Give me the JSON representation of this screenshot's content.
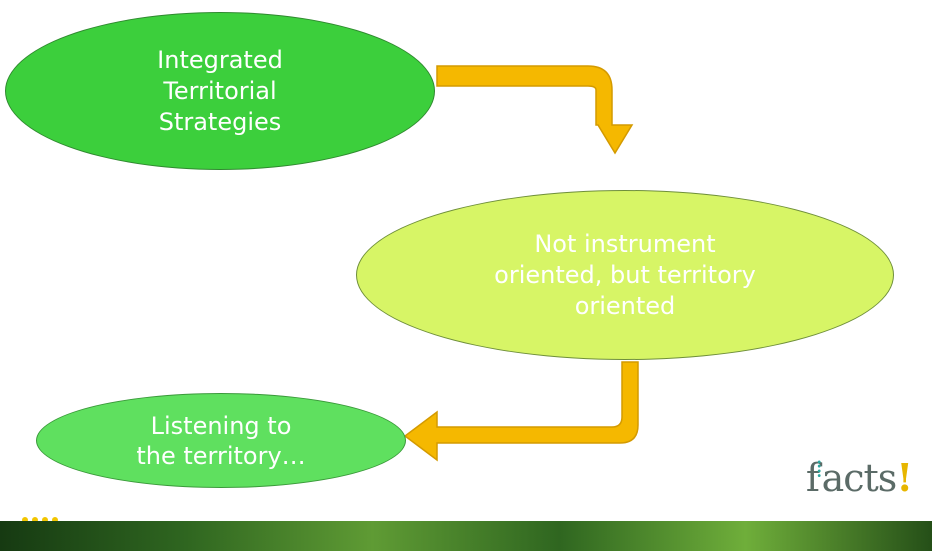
{
  "nodes": [
    {
      "id": "integrated-territorial-strategies",
      "label": "Integrated\nTerritorial\nStrategies"
    },
    {
      "id": "not-instrument-oriented",
      "label": "Not instrument\noriented, but territory\noriented"
    },
    {
      "id": "listening-to-territory",
      "label": "Listening to\nthe territory…"
    }
  ],
  "logo": {
    "text": "f",
    "dots_text": "⁞",
    "rest_text": "acts",
    "bang": "!"
  },
  "colors": {
    "node_1": "#3ccf3c",
    "node_2": "#d7f566",
    "node_3": "#5fe05f",
    "arrow": "#f5b800",
    "arrow_outline": "#d49a00"
  }
}
